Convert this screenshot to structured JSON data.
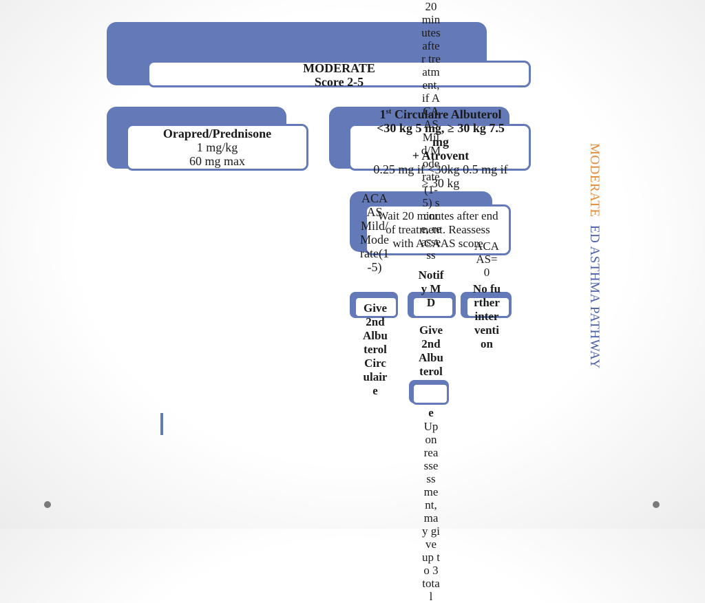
{
  "header": {
    "title": "MODERATE",
    "subtitle": "Score 2-5"
  },
  "steroid": {
    "title": "Orapred/Prednisone",
    "dose": "1 mg/kg",
    "max": "60 mg max"
  },
  "albuterol": {
    "line1_prefix": "1",
    "line1_sup": "st",
    "line1_rest": " Circulaire Albuterol",
    "line2": "<30 kg 5 mg,  ≥ 30 kg 7.5",
    "line3": "mg",
    "line4": "+ Atrovent",
    "line5": "0.25 mg if <30kg 0.5 mg if",
    "line6": "≥ 30 kg"
  },
  "wait_box": {
    "text": "Wait 20 minutes after end of treatment.  Reassess with ACAAS score"
  },
  "overflow_center": {
    "text": "20 minutes after treatment, if ACAAS Mild/Moderate (1-5) score, reassess"
  },
  "overflow_left": {
    "text": "ACAAS Mild/Moderate(1-5)"
  },
  "overflow_right": {
    "text": "ACAAS=0"
  },
  "box_left": {
    "text": "Give 2nd Albuterol Circulaire"
  },
  "box_center": {
    "text": "Notify MD"
  },
  "box_center2": {
    "text": "Give 2nd Albuterol Circulaire"
  },
  "box_center_bottom": {
    "text": "Upon reassessment, may give up to 3 total"
  },
  "box_right": {
    "text": "No further intervention"
  },
  "side_title": {
    "part1": "MODERATE",
    "part2": "ED ASTHMA PATHWAY"
  }
}
